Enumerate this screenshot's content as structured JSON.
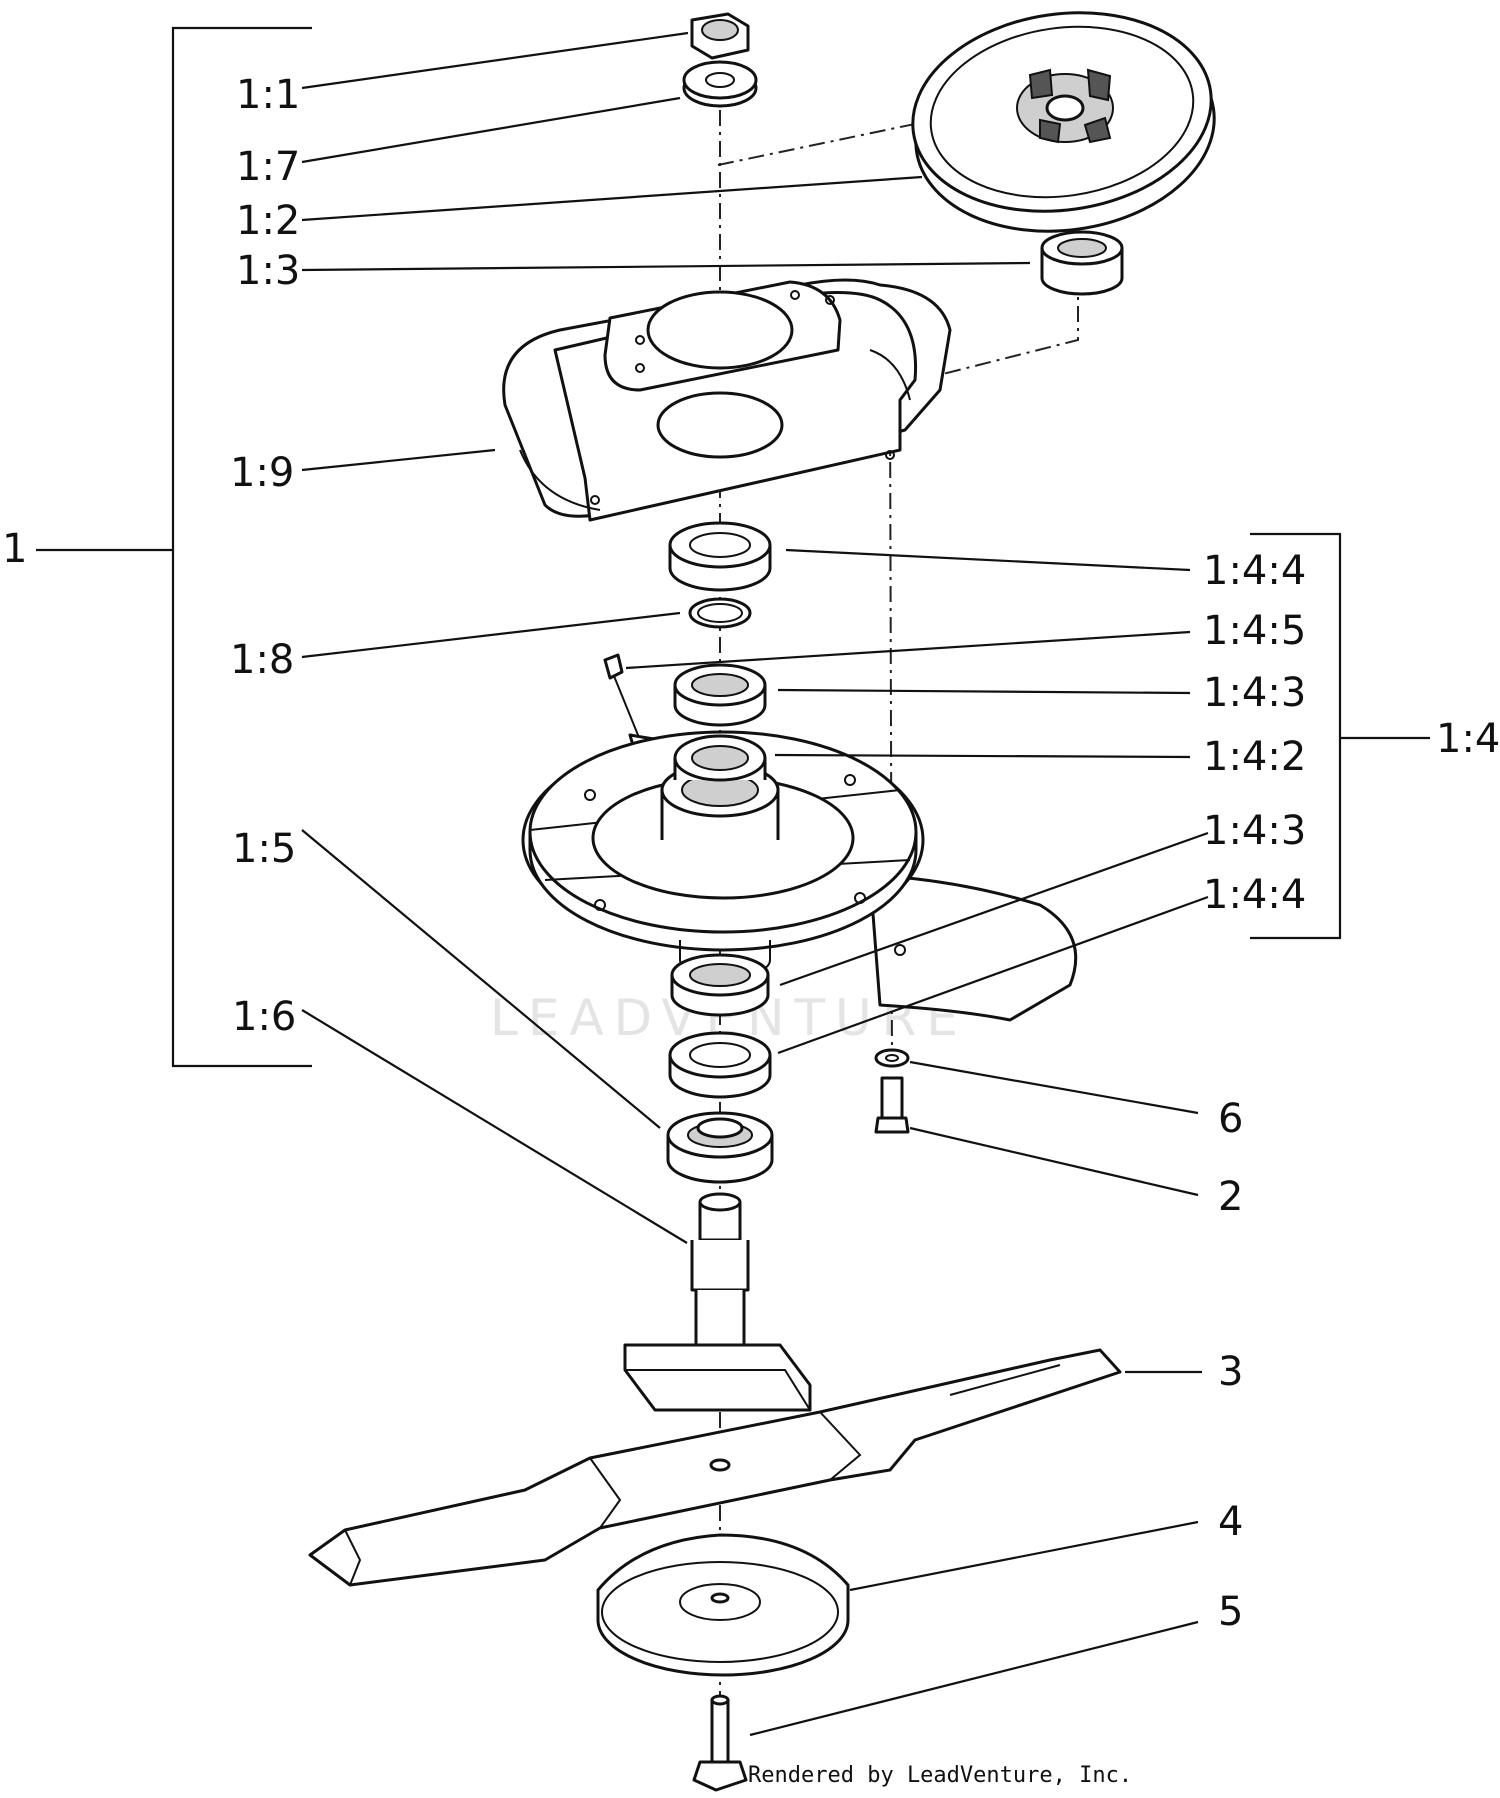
{
  "callouts": {
    "c1": "1",
    "c1_1": "1:1",
    "c1_7": "1:7",
    "c1_2": "1:2",
    "c1_3": "1:3",
    "c1_9": "1:9",
    "c1_8": "1:8",
    "c1_5": "1:5",
    "c1_6": "1:6",
    "c1_4": "1:4",
    "c1_4_4a": "1:4:4",
    "c1_4_5": "1:4:5",
    "c1_4_3a": "1:4:3",
    "c1_4_2": "1:4:2",
    "c1_4_3b": "1:4:3",
    "c1_4_4b": "1:4:4",
    "c2": "2",
    "c3": "3",
    "c4": "4",
    "c5": "5",
    "c6": "6"
  },
  "watermark": "LEADVENTURE",
  "credit": "Rendered by LeadVenture, Inc."
}
